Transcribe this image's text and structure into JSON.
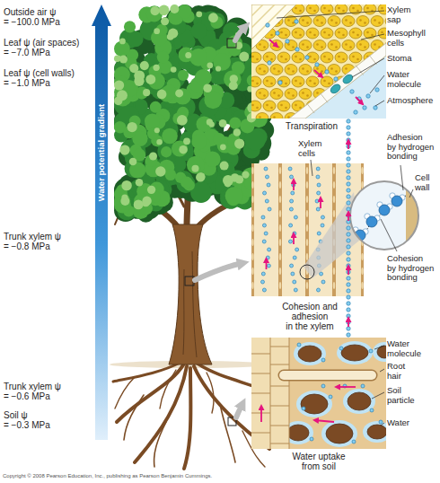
{
  "diagram": {
    "nodes": [
      {
        "text": [
          "Water potential gradient"
        ]
      },
      {
        "text": [
          "Transpiration"
        ]
      },
      {
        "text": [
          "Cohesion and adhesion in the xylem"
        ]
      },
      {
        "text": [
          "Water uptake from soil"
        ]
      }
    ],
    "labels": [
      "Outside air ψ = −100.0 MPa",
      "Leaf ψ (air spaces) = −7.0 MPa",
      "Leaf ψ (cell walls) = −1.0 MPa",
      "Trunk xylem ψ = −0.8 MPa",
      "Trunk xylem ψ = −0.6 MPa",
      "Soil ψ = −0.3 MPa",
      "Xylem sap",
      "Mesophyll cells",
      "Stoma",
      "Water molecule",
      "Atmosphere",
      "Adhesion by hydrogen bonding",
      "Cell wall",
      "Xylem cells",
      "Cohesion by hydrogen bonding",
      "Water molecule",
      "Root hair",
      "Soil particle",
      "Water",
      "Copyright © 2008 Pearson Education, Inc., publishing as Pearson Benjamin Cummings."
    ]
  }
}
